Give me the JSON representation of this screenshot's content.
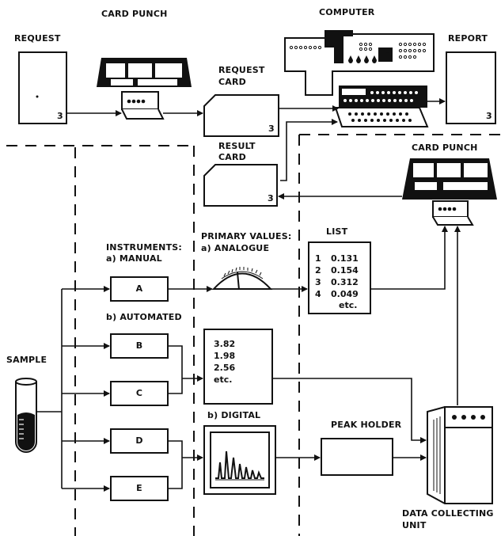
{
  "labels": {
    "card_punch_top": "CARD PUNCH",
    "computer": "COMPUTER",
    "request": "REQUEST",
    "report": "REPORT",
    "request_card": [
      "REQUEST",
      "CARD"
    ],
    "result_card": [
      "RESULT",
      "CARD"
    ],
    "card_punch_right": "CARD PUNCH",
    "list": "LIST",
    "instruments": "INSTRUMENTS:",
    "manual": "a) MANUAL",
    "primary_values": "PRIMARY VALUES:",
    "analogue": "a) ANALOGUE",
    "automated": "b) AUTOMATED",
    "digital": "b) DIGITAL",
    "sample": "SAMPLE",
    "peak_holder": "PEAK HOLDER",
    "data_collecting_unit": [
      "DATA COLLECTING",
      "UNIT"
    ]
  },
  "sheet_number": "3",
  "instruments": [
    "A",
    "B",
    "C",
    "D",
    "E"
  ],
  "list_entries": [
    {
      "n": "1",
      "v": "0.131"
    },
    {
      "n": "2",
      "v": "0.154"
    },
    {
      "n": "3",
      "v": "0.312"
    },
    {
      "n": "4",
      "v": "0.049"
    }
  ],
  "list_more": "etc.",
  "printed_values": [
    "3.82",
    "1.98",
    "2.56",
    "etc."
  ]
}
